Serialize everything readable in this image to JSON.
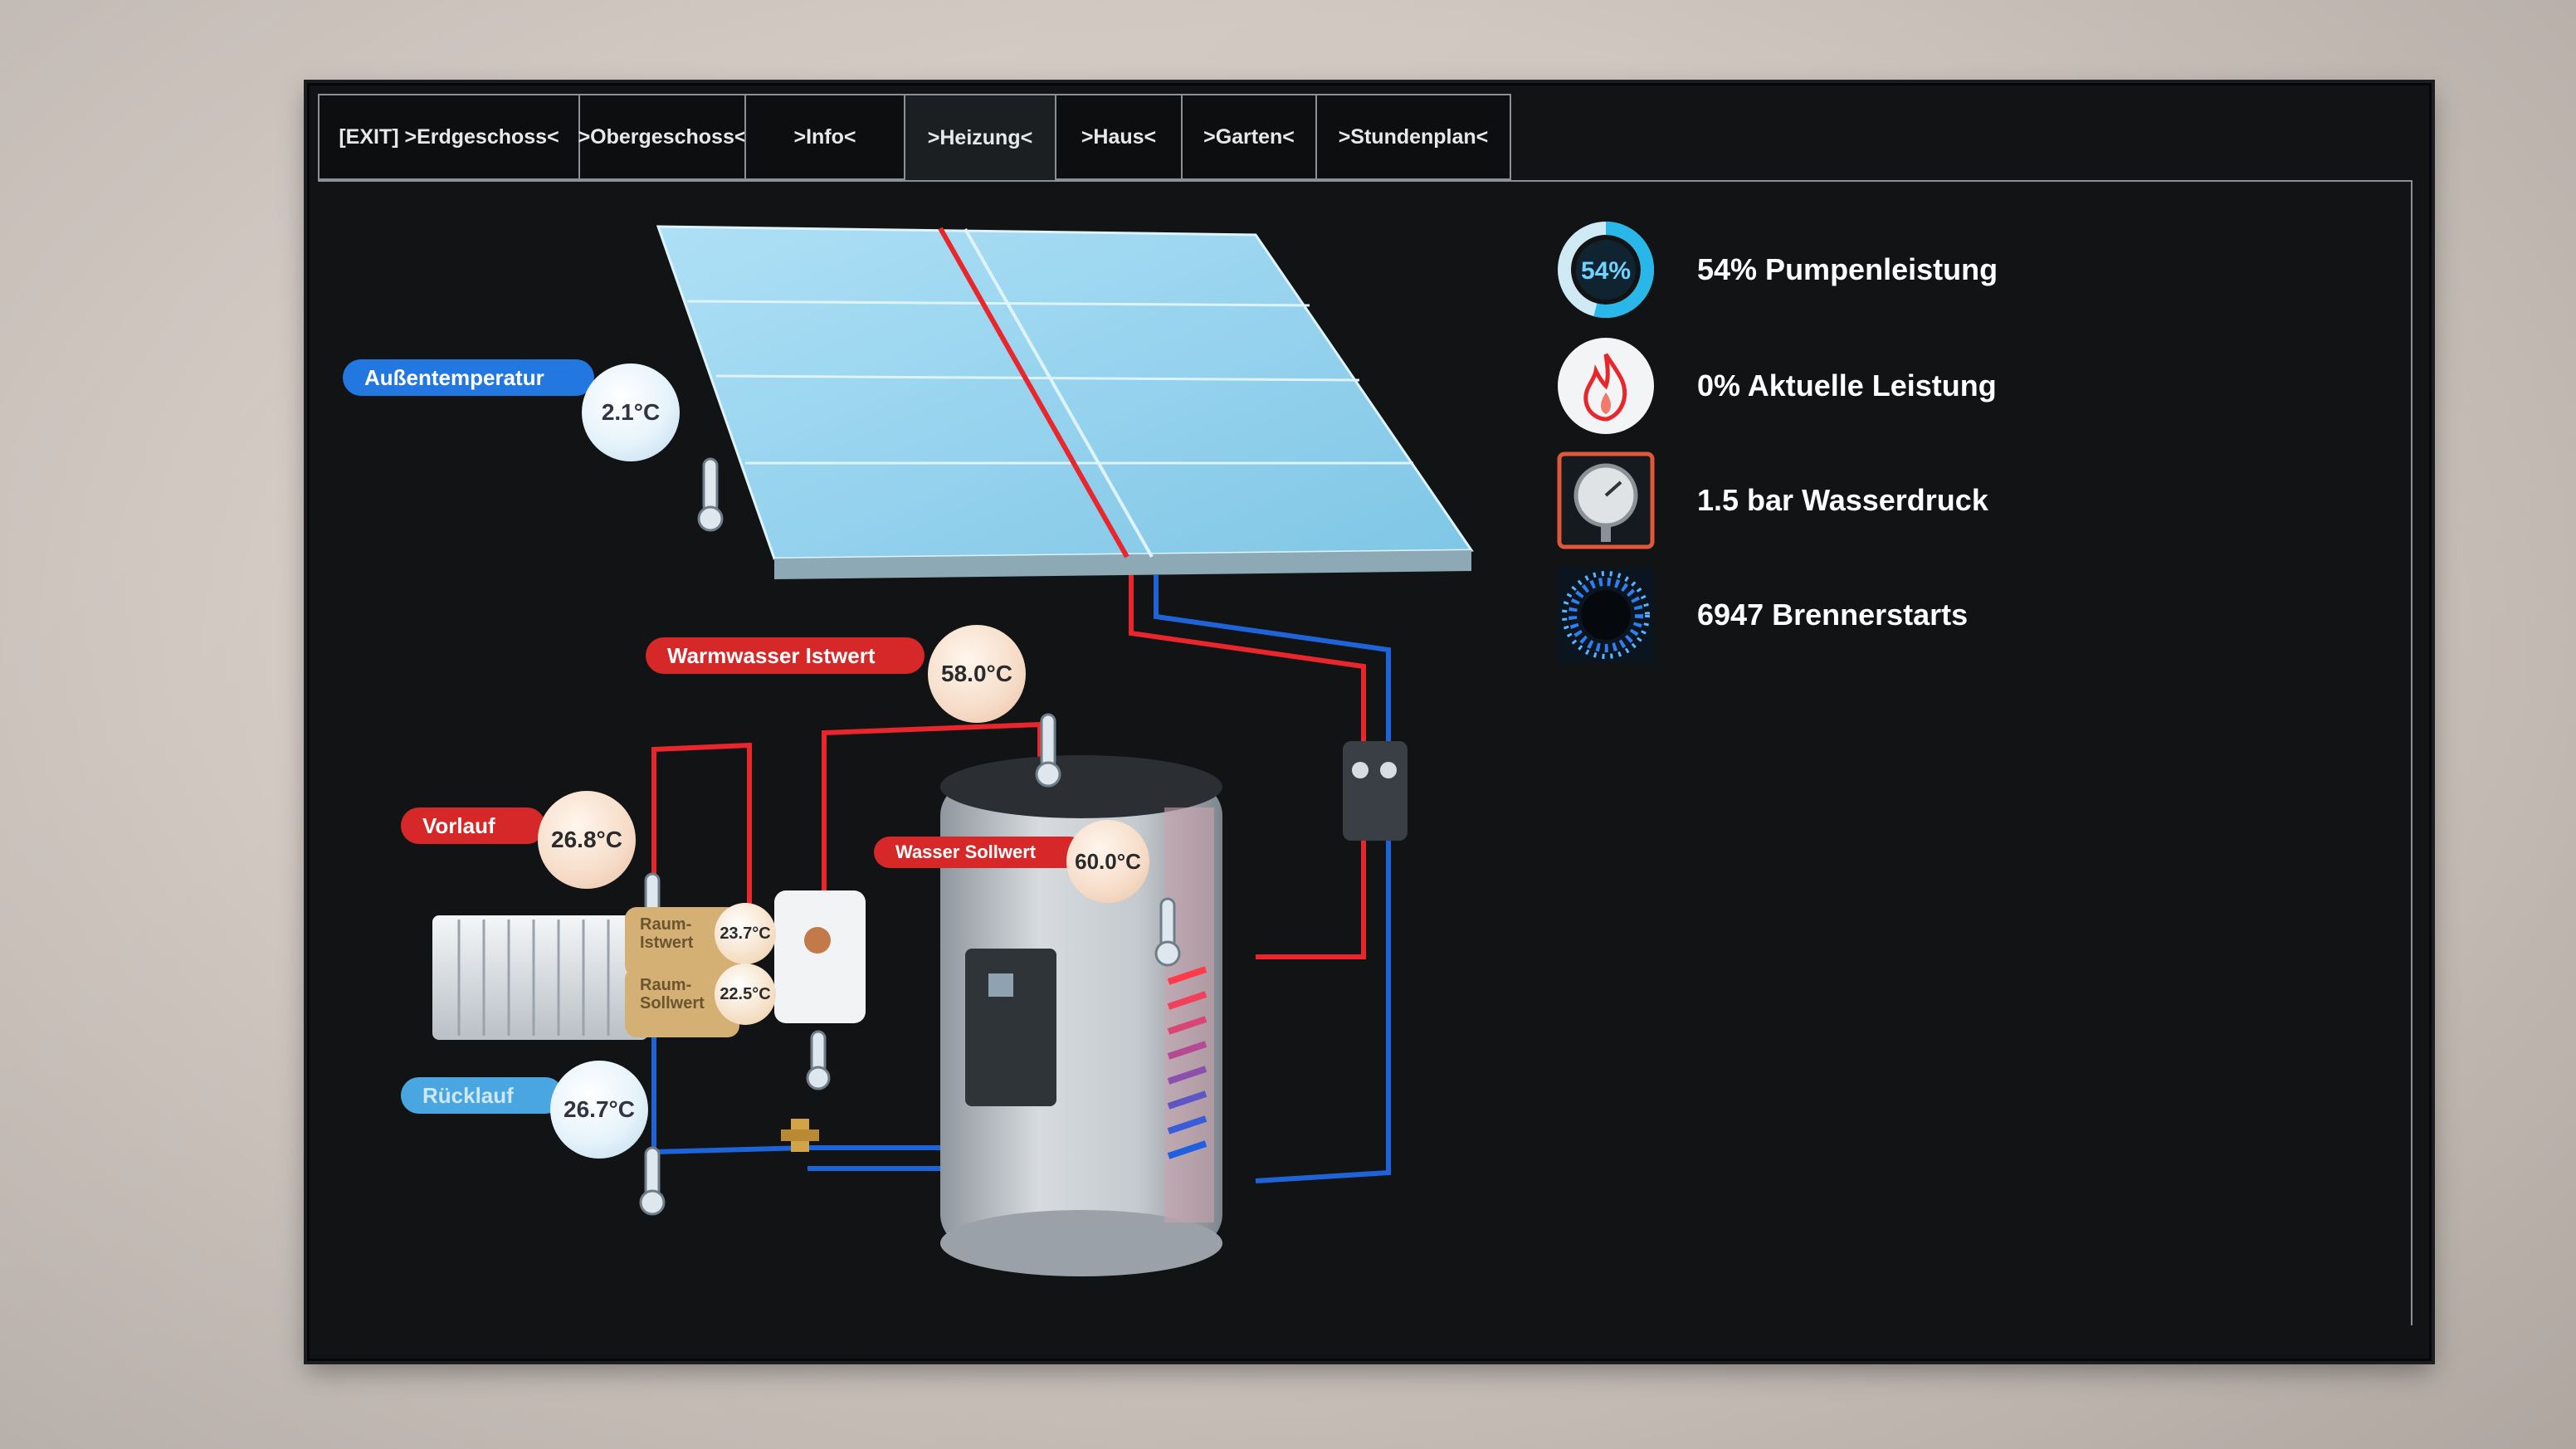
{
  "nav": {
    "tabs": [
      {
        "label": "[EXIT] >Erdgeschoss<",
        "active": false
      },
      {
        "label": ">Obergeschoss<",
        "active": false
      },
      {
        "label": ">Info<",
        "active": false
      },
      {
        "label": ">Heizung<",
        "active": true
      },
      {
        "label": ">Haus<",
        "active": false
      },
      {
        "label": ">Garten<",
        "active": false
      },
      {
        "label": ">Stundenplan<",
        "active": false
      }
    ]
  },
  "diagram": {
    "outside": {
      "label": "Außentemperatur",
      "value": "2.1°C"
    },
    "hot_water_actual": {
      "label": "Warmwasser Istwert",
      "value": "58.0°C"
    },
    "supply": {
      "label": "Vorlauf",
      "value": "26.8°C"
    },
    "water_setpoint": {
      "label": "Wasser Sollwert",
      "value": "60.0°C"
    },
    "room_actual": {
      "label": "Raum-Istwert",
      "value": "23.7°C"
    },
    "room_setpoint": {
      "label": "Raum-Sollwert",
      "value": "22.5°C"
    },
    "return": {
      "label": "Rücklauf",
      "value": "26.7°C"
    }
  },
  "status": {
    "pump": {
      "percent": 54,
      "ring_label": "54%",
      "text": "54% Pumpenleistung"
    },
    "power": {
      "text": "0% Aktuelle Leistung"
    },
    "pressure": {
      "text": "1.5 bar Wasserdruck"
    },
    "burner": {
      "text": "6947 Brennerstarts"
    }
  },
  "colors": {
    "hot": "#e8262b",
    "cold": "#1e63d8",
    "accent": "#29b6e8"
  }
}
